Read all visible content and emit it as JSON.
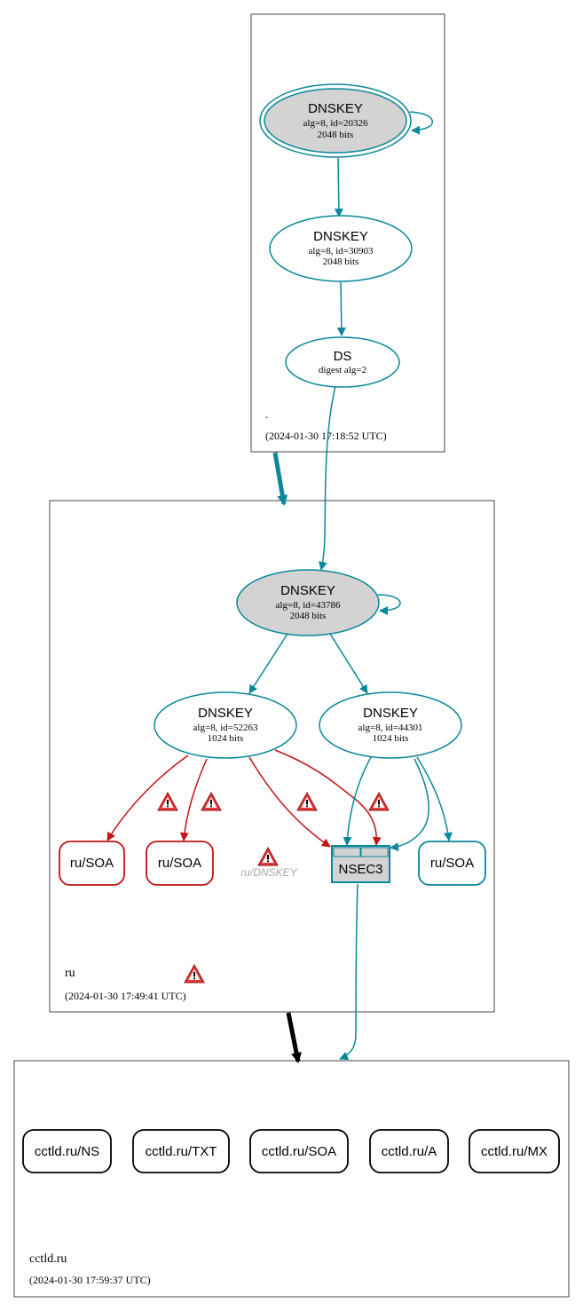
{
  "zones": {
    "root": {
      "name": ".",
      "timestamp": "(2024-01-30 17:18:52 UTC)"
    },
    "ru": {
      "name": "ru",
      "timestamp": "(2024-01-30 17:49:41 UTC)"
    },
    "cctld": {
      "name": "cctld.ru",
      "timestamp": "(2024-01-30 17:59:37 UTC)"
    }
  },
  "nodes": {
    "root_ksk": {
      "title": "DNSKEY",
      "line1": "alg=8, id=20326",
      "line2": "2048 bits"
    },
    "root_zsk": {
      "title": "DNSKEY",
      "line1": "alg=8, id=30903",
      "line2": "2048 bits"
    },
    "root_ds": {
      "title": "DS",
      "line1": "digest alg=2"
    },
    "ru_ksk": {
      "title": "DNSKEY",
      "line1": "alg=8, id=43786",
      "line2": "2048 bits"
    },
    "ru_zsk1": {
      "title": "DNSKEY",
      "line1": "alg=8, id=52263",
      "line2": "1024 bits"
    },
    "ru_zsk2": {
      "title": "DNSKEY",
      "line1": "alg=8, id=44301",
      "line2": "1024 bits"
    },
    "ru_soa1": {
      "label": "ru/SOA"
    },
    "ru_soa2": {
      "label": "ru/SOA"
    },
    "ru_soa3": {
      "label": "ru/SOA"
    },
    "ru_dnskey_missing": {
      "label": "ru/DNSKEY"
    },
    "nsec3": {
      "label": "NSEC3"
    },
    "cctld_records": [
      "cctld.ru/NS",
      "cctld.ru/TXT",
      "cctld.ru/SOA",
      "cctld.ru/A",
      "cctld.ru/MX"
    ]
  },
  "colors": {
    "secure": "#0a879a",
    "bogus": "#be1515",
    "delegation": "#000000",
    "ksk_fill": "#d3d3d3",
    "inactive_text": "#a8a8a8"
  },
  "icons": [
    "warning-icon"
  ]
}
